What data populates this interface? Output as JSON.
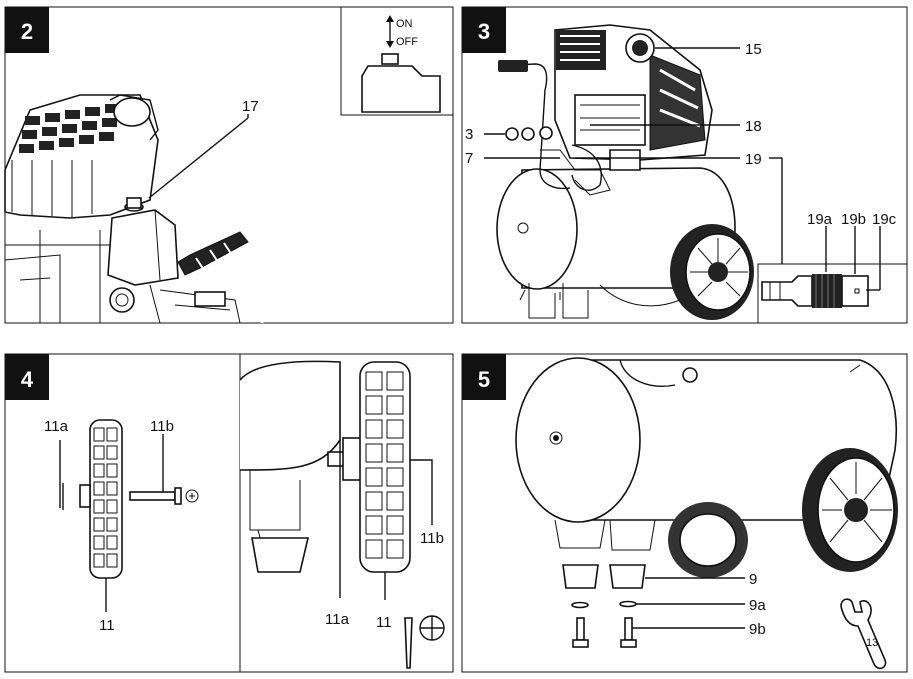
{
  "panels": [
    {
      "number": "2",
      "labels": {
        "l17": "17"
      },
      "switch": {
        "on": "ON",
        "off": "OFF"
      }
    },
    {
      "number": "3",
      "labels": {
        "l15": "15",
        "l18": "18",
        "l19": "19",
        "l3": "3",
        "l7": "7",
        "l19a": "19a",
        "l19b": "19b",
        "l19c": "19c"
      }
    },
    {
      "number": "4",
      "labels": {
        "l11a_left": "11a",
        "l11b_left": "11b",
        "l11_left": "11",
        "l11b_right": "11b",
        "l11a_right": "11a",
        "l11_right": "11"
      }
    },
    {
      "number": "5",
      "labels": {
        "l9": "9",
        "l9a": "9a",
        "l9b": "9b",
        "wrench": "13"
      }
    }
  ]
}
